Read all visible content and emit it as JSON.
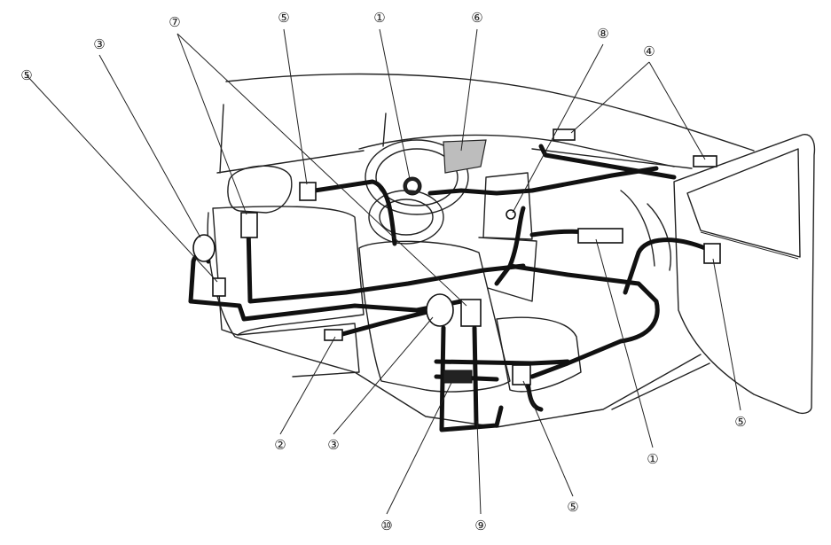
{
  "callouts": [
    {
      "id": "c5a",
      "label": "⑤"
    },
    {
      "id": "c3a",
      "label": "③"
    },
    {
      "id": "c7",
      "label": "⑦"
    },
    {
      "id": "c5b",
      "label": "⑤"
    },
    {
      "id": "c1a",
      "label": "①"
    },
    {
      "id": "c6",
      "label": "⑥"
    },
    {
      "id": "c8",
      "label": "⑧"
    },
    {
      "id": "c4",
      "label": "④"
    },
    {
      "id": "c5c",
      "label": "⑤"
    },
    {
      "id": "c2",
      "label": "②"
    },
    {
      "id": "c3b",
      "label": "③"
    },
    {
      "id": "c1b",
      "label": "①"
    },
    {
      "id": "c5d",
      "label": "⑤"
    },
    {
      "id": "c10",
      "label": "⑩"
    },
    {
      "id": "c9",
      "label": "⑨"
    }
  ],
  "colors": {
    "line": "#222222",
    "harness": "#111111",
    "shade": "#bdbdbd",
    "background": "#ffffff"
  }
}
